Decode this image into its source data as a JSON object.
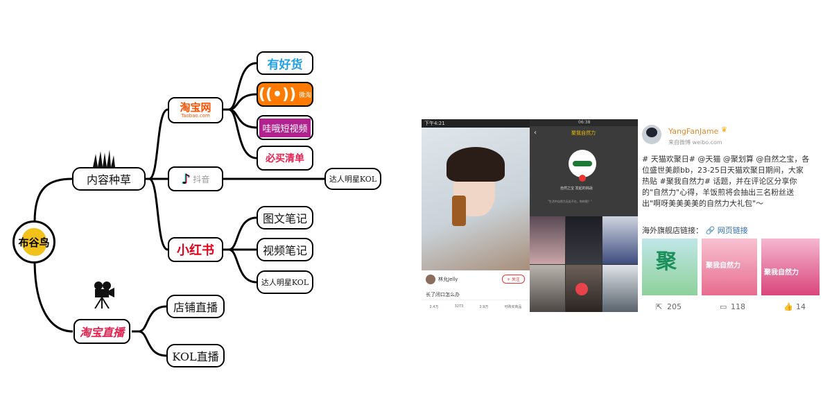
{
  "mindmap": {
    "root": {
      "label": "布谷鸟"
    },
    "branch1": {
      "label": "内容种草"
    },
    "branch2": {
      "label": "淘宝直播"
    },
    "taobao": {
      "logo": "淘宝网",
      "sub": "Taobao.com"
    },
    "youhaohuo": {
      "logo": "有好货"
    },
    "weitao": {
      "logo": "微淘"
    },
    "wawa": {
      "logo": "哇哦短视频"
    },
    "bimai": {
      "logo": "必买清单"
    },
    "douyin": {
      "logo": "抖音"
    },
    "douyin_leaf": {
      "label": "达人明星KOL"
    },
    "xiaohongshu": {
      "logo": "小红书"
    },
    "xhs_leaves": [
      "图文笔记",
      "视频笔记",
      "达人明星KOL"
    ],
    "live_leaves": [
      "店铺直播",
      "KOL直播"
    ]
  },
  "screens": {
    "phone1": {
      "status": "下午4:21",
      "user": "林允Jelly",
      "follow": "+ 关注",
      "caption": "长了闭口怎么办",
      "stats": [
        "2.4万",
        "3273",
        "2.9万",
        "可购买商品"
      ]
    },
    "phone2": {
      "status": "06:38",
      "title": "聚我自然力",
      "brand": "自然之宝 发起的挑战",
      "quote": "\"生活中自然力无处不在，你的呢？\""
    },
    "weibo": {
      "username": "YangFanJame",
      "source": "来自微博 weibo.com",
      "post_line1": "# 天猫欢聚日# @天猫 @聚划算 @自然之宝，各",
      "post_line2": "位盛世美颜bb，23-25日天猫欢聚日期间，大家",
      "post_line3": "热贴 #聚我自然力# 话题，并在评论区分享你",
      "post_line4": "的\"自然力\"心得，羊饭煎将会抽出三名粉丝送",
      "post_line5": "出\"啊呀美美美美的自然力大礼包\"～",
      "link_label": "海外旗舰店链接：",
      "link_text": "网页链接",
      "img1_text": "聚",
      "img2_text": "聚我自然力",
      "img3_text": "聚我自然力",
      "repost": "205",
      "comment": "118",
      "like": "14"
    }
  }
}
